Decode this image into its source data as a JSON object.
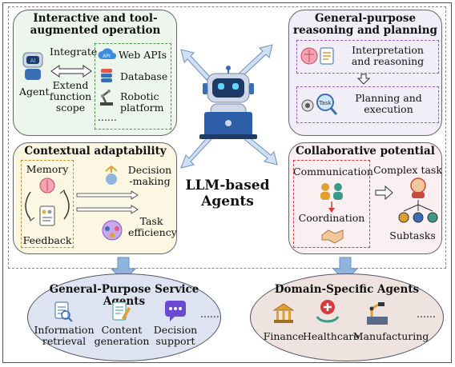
{
  "center": {
    "title_line1": "LLM-based",
    "title_line2": "Agents"
  },
  "panel_tool": {
    "title_line1": "Interactive and tool-",
    "title_line2": "augmented operation",
    "integrate": "Integrate",
    "agent": "Agent",
    "extend_line1": "Extend",
    "extend_line2": "function",
    "extend_line3": "scope",
    "tools": [
      "Web APIs",
      "Database",
      "Robotic",
      "platform"
    ],
    "ellipsis": "......"
  },
  "panel_reasoning": {
    "title_line1": "General-purpose",
    "title_line2": "reasoning and planning",
    "item1_line1": "Interpretation",
    "item1_line2": "and reasoning",
    "item2_line1": "Planning and",
    "item2_line2": "execution"
  },
  "panel_context": {
    "title": "Contextual adaptability",
    "memory": "Memory",
    "feedback": "Feedback",
    "decision_line1": "Decision",
    "decision_line2": "-making",
    "task_line1": "Task",
    "task_line2": "efficiency"
  },
  "panel_collab": {
    "title": "Collaborative potential",
    "communication": "Communication",
    "coordination": "Coordination",
    "complex_task": "Complex task",
    "subtasks": "Subtasks"
  },
  "general_agents": {
    "title": "General-Purpose Service Agents",
    "items": [
      {
        "line1": "Information",
        "line2": "retrieval"
      },
      {
        "line1": "Content",
        "line2": "generation"
      },
      {
        "line1": "Decision",
        "line2": "support"
      }
    ],
    "ellipsis": "......"
  },
  "domain_agents": {
    "title": "Domain-Specific Agents",
    "items": [
      "Finance",
      "Healthcare",
      "Manufacturing"
    ],
    "ellipsis": "......"
  },
  "colors": {
    "arrow_blue": "#8fb4dd",
    "green_panel": "#edf6ec",
    "purple_panel": "#f1eef7",
    "yellow_panel": "#fbf7e3",
    "pink_panel": "#faeff1",
    "ellipse_left": "#dde3f0",
    "ellipse_right": "#eee3de"
  }
}
